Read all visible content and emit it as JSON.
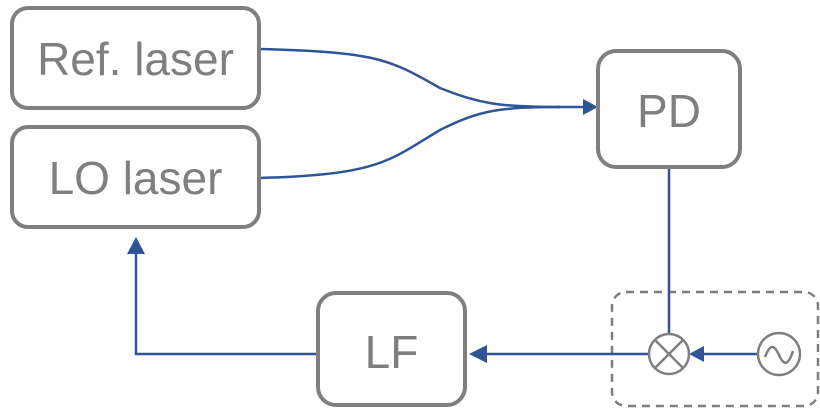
{
  "nodes": {
    "ref_laser": "Ref. laser",
    "lo_laser": "LO laser",
    "pd": "PD",
    "lf": "LF"
  },
  "colors": {
    "box_stroke": "#7f7f7f",
    "signal_line": "#2f5597",
    "text": "#7f7f7f"
  },
  "icons": {
    "mixer": "mixer-icon",
    "oscillator": "oscillator-icon"
  }
}
